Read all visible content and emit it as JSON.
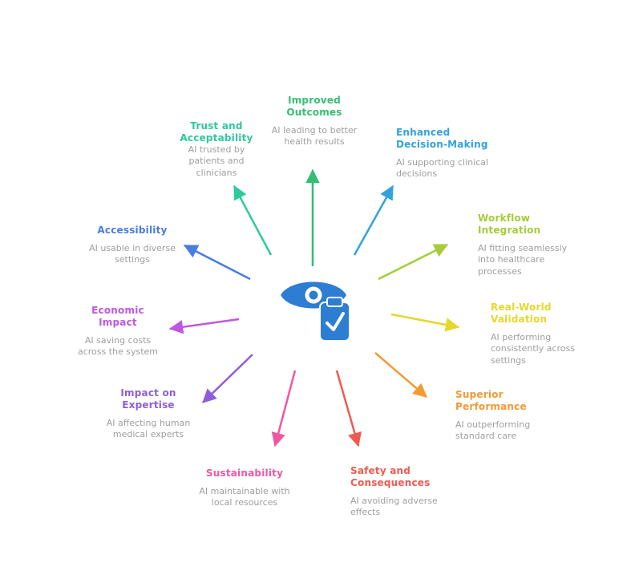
{
  "diagram": {
    "desc_color": "#9e9e9e",
    "center_icon": {
      "name": "eye-clipboard",
      "eye_color": "#2d7dd2",
      "clipboard_color": "#2d7dd2",
      "check_color": "#ffffff"
    },
    "nodes": [
      {
        "id": "improved-outcomes",
        "title": "Improved Outcomes",
        "desc": "AI leading to better health results",
        "color": "#36bd74"
      },
      {
        "id": "enhanced-decision-making",
        "title": "Enhanced Decision-Making",
        "desc": "AI supporting clinical decisions",
        "color": "#33a1dd"
      },
      {
        "id": "workflow-integration",
        "title": "Workflow Integration",
        "desc": "AI fitting seamlessly into healthcare processes",
        "color": "#a5cc3a"
      },
      {
        "id": "real-world-validation",
        "title": "Real-World Validation",
        "desc": "AI performing consistently across settings",
        "color": "#e4d829"
      },
      {
        "id": "superior-performance",
        "title": "Superior Performance",
        "desc": "AI outperforming standard care",
        "color": "#f39a33"
      },
      {
        "id": "safety-and-consequences",
        "title": "Safety and Consequences",
        "desc": "AI avoiding adverse effects",
        "color": "#f05a50"
      },
      {
        "id": "sustainability",
        "title": "Sustainability",
        "desc": "AI maintainable with local resources",
        "color": "#ef57a3"
      },
      {
        "id": "impact-on-expertise",
        "title": "Impact on Expertise",
        "desc": "AI affecting human medical experts",
        "color": "#8f5ddb"
      },
      {
        "id": "economic-impact",
        "title": "Economic Impact",
        "desc": "AI saving costs across the system",
        "color": "#c057df"
      },
      {
        "id": "accessibility",
        "title": "Accessibility",
        "desc": "AI usable in diverse settings",
        "color": "#4a7ce0"
      },
      {
        "id": "trust-and-acceptability",
        "title": "Trust and Acceptability",
        "desc": "AI trusted by patients and clinicians",
        "color": "#2fc99e"
      }
    ]
  }
}
